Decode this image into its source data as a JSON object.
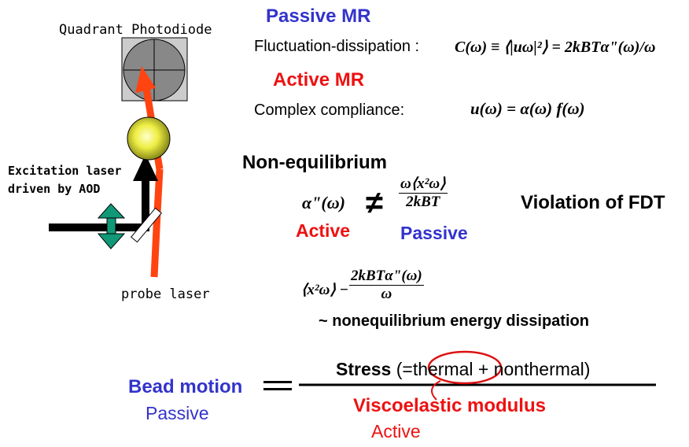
{
  "setup": {
    "qpd_label": "Quadrant Photodiode",
    "excitation_label_line1": "Excitation laser",
    "excitation_label_line2": "driven by AOD",
    "probe_label": "probe laser"
  },
  "passive_mr": {
    "heading": "Passive MR",
    "fd_label": "Fluctuation-dissipation :",
    "fd_formula": "C(ω) ≡ ⟨|uω|²⟩ = 2kBTα\"(ω)/ω"
  },
  "active_mr": {
    "heading": "Active MR",
    "compliance_label": "Complex compliance:",
    "compliance_formula": "u(ω) = α(ω) f(ω)"
  },
  "noneq": {
    "heading": "Non-equilibrium",
    "alpha_term": "α\"(ω)",
    "not_equal": "≠",
    "passive_num": "ω⟨x²ω⟩",
    "passive_den": "2kBT",
    "active_label": "Active",
    "passive_label": "Passive",
    "violation": "Violation of FDT",
    "diff_left": "⟨x²ω⟩ −",
    "diff_num": "2kBTα\"(ω)",
    "diff_den": "ω",
    "dissipation": "~ nonequilibrium energy dissipation"
  },
  "bottom": {
    "bead_motion": "Bead motion",
    "passive": "Passive",
    "equals": "=",
    "stress": "Stress",
    "stress_rest_open": "(=",
    "thermal": "thermal",
    "stress_rest_close": "+ nonthermal)",
    "viscoelastic": "Viscoelastic modulus",
    "active": "Active"
  },
  "colors": {
    "blue": "#3333cc",
    "red": "#ee1111",
    "orange_beam": "#ff4411",
    "green_arrow": "#119977",
    "bead": "#eeee44",
    "qpd": "#888888"
  }
}
